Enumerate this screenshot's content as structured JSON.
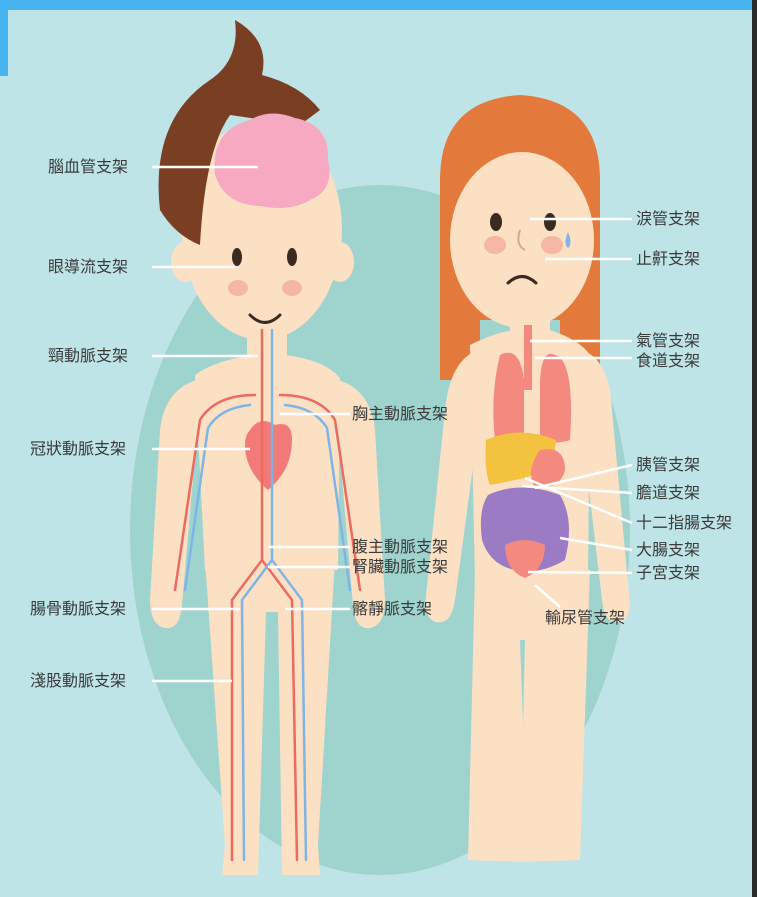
{
  "colors": {
    "background": "#bfe4e7",
    "accent_bar": "#45b4f0",
    "oval": "#9fd3cd",
    "skin": "#fbe0c4",
    "boy_hair": "#7a3f22",
    "girl_hair": "#e37a3c",
    "brain": "#f7a9c2",
    "heart": "#f27a78",
    "artery": "#ec6a5f",
    "vein": "#7fb4e6",
    "lungs": "#f3897f",
    "liver": "#f3c23e",
    "intestine": "#9a7bc4",
    "leader_line": "#ffffff",
    "label_text": "#3a3a3a"
  },
  "labels": {
    "left": {
      "brain_stent": "腦血管支架",
      "eye_drainage_stent": "眼導流支架",
      "carotid_stent": "頸動脈支架",
      "coronary_stent": "冠狀動脈支架",
      "iliac_stent": "腸骨動脈支架",
      "femoral_stent": "淺股動脈支架"
    },
    "middle": {
      "thoracic_aorta_stent": "胸主動脈支架",
      "abdominal_aorta_stent": "腹主動脈支架",
      "renal_artery_stent": "腎臟動脈支架",
      "iliac_vein_stent": "髂靜脈支架"
    },
    "right": {
      "tear_duct_stent": "淚管支架",
      "snoring_stent": "止鼾支架",
      "trachea_stent": "氣管支架",
      "esophagus_stent": "食道支架",
      "pancreatic_duct_stent": "胰管支架",
      "bile_duct_stent": "膽道支架",
      "duodenum_stent": "十二指腸支架",
      "colon_stent": "大腸支架",
      "uterus_stent": "子宮支架",
      "ureter_stent": "輸尿管支架"
    }
  }
}
